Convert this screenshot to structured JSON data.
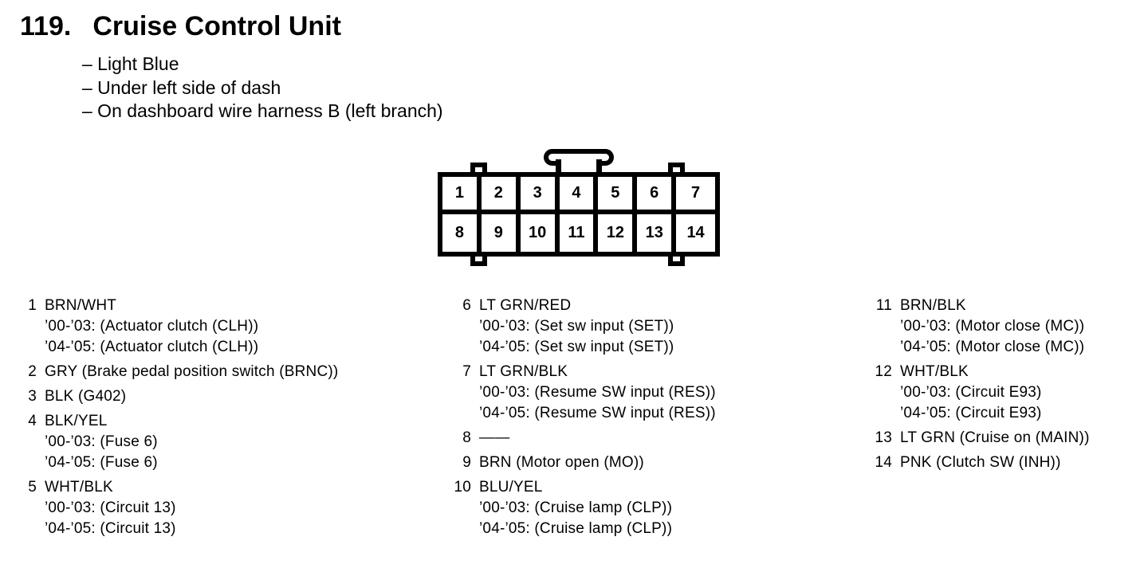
{
  "header": {
    "number": "119.",
    "title": "Cruise Control Unit",
    "notes": [
      "– Light Blue",
      "– Under left side of dash",
      "– On dashboard wire harness B (left branch)"
    ]
  },
  "connector": {
    "pins": [
      "1",
      "2",
      "3",
      "4",
      "5",
      "6",
      "7",
      "8",
      "9",
      "10",
      "11",
      "12",
      "13",
      "14"
    ]
  },
  "pin_list": {
    "col1": [
      {
        "num": "1",
        "lines": [
          "BRN/WHT",
          "’00-’03: (Actuator clutch (CLH))",
          "’04-’05: (Actuator clutch (CLH))"
        ]
      },
      {
        "num": "2",
        "lines": [
          "GRY (Brake pedal position switch (BRNC))"
        ]
      },
      {
        "num": "3",
        "lines": [
          "BLK (G402)"
        ]
      },
      {
        "num": "4",
        "lines": [
          "BLK/YEL",
          "’00-’03: (Fuse 6)",
          "’04-’05: (Fuse 6)"
        ]
      },
      {
        "num": "5",
        "lines": [
          "WHT/BLK",
          "’00-’03: (Circuit 13)",
          "’04-’05: (Circuit 13)"
        ]
      }
    ],
    "col2": [
      {
        "num": "6",
        "lines": [
          "LT GRN/RED",
          "’00-’03: (Set sw input (SET))",
          "’04-’05: (Set sw input (SET))"
        ]
      },
      {
        "num": "7",
        "lines": [
          "LT GRN/BLK",
          "’00-’03: (Resume SW input (RES))",
          "’04-’05: (Resume SW input (RES))"
        ]
      },
      {
        "num": "8",
        "lines": [
          "——"
        ]
      },
      {
        "num": "9",
        "lines": [
          "BRN (Motor open (MO))"
        ]
      },
      {
        "num": "10",
        "lines": [
          "BLU/YEL",
          "’00-’03: (Cruise lamp (CLP))",
          "’04-’05: (Cruise lamp (CLP))"
        ]
      }
    ],
    "col3": [
      {
        "num": "11",
        "lines": [
          "BRN/BLK",
          "’00-’03: (Motor close (MC))",
          "’04-’05: (Motor close (MC))"
        ]
      },
      {
        "num": "12",
        "lines": [
          "WHT/BLK",
          "’00-’03: (Circuit E93)",
          "’04-’05: (Circuit E93)"
        ]
      },
      {
        "num": "13",
        "lines": [
          "LT GRN (Cruise on (MAIN))"
        ]
      },
      {
        "num": "14",
        "lines": [
          "PNK (Clutch SW (INH))"
        ]
      }
    ]
  },
  "colors": {
    "ink": "#000000",
    "paper": "#ffffff"
  }
}
